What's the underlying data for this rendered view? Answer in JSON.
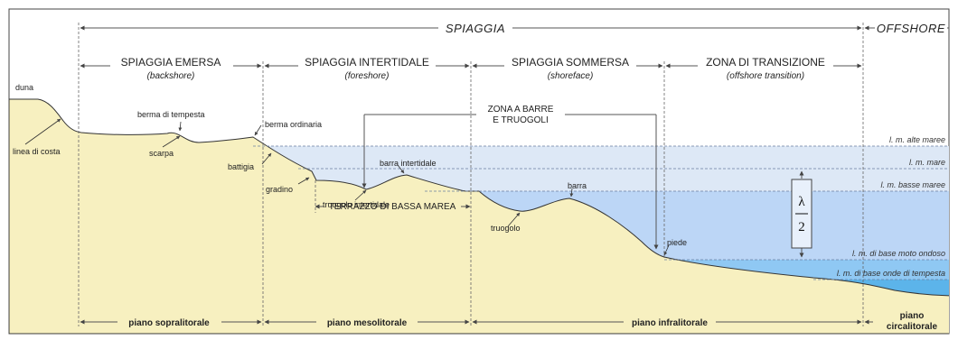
{
  "header": {
    "spiaggia": "SPIAGGIA",
    "offshore": "OFFSHORE"
  },
  "zones": [
    {
      "title": "SPIAGGIA EMERSA",
      "subtitle": "(backshore)"
    },
    {
      "title": "SPIAGGIA INTERTIDALE",
      "subtitle": "(foreshore)"
    },
    {
      "title": "SPIAGGIA SOMMERSA",
      "subtitle": "(shoreface)"
    },
    {
      "title": "ZONA DI TRANSIZIONE",
      "subtitle": "(offshore transition)"
    }
  ],
  "features": {
    "duna": "duna",
    "linea_di_costa": "linea di costa",
    "berma_di_tempesta": "berma di tempesta",
    "scarpa": "scarpa",
    "berma_ordinaria": "berma ordinaria",
    "battigia": "battigia",
    "gradino": "gradino",
    "barra_intertidale": "barra intertidale",
    "truogolo_intertidale": "truogolo intertidale",
    "barra": "barra",
    "truogolo": "truogolo",
    "piede": "piede",
    "zona_barre_1": "ZONA A BARRE",
    "zona_barre_2": "E TRUOGOLI",
    "terrazzo": "TERRAZZO DI BASSA MAREA"
  },
  "levels": [
    "l. m. alte maree",
    "l. m. mare",
    "l. m. basse maree",
    "l. m. di base moto ondoso",
    "l. m. di base onde di tempesta"
  ],
  "lambda": {
    "top": "λ",
    "bottom": "2"
  },
  "bottom_zones": {
    "sopralitorale": "piano sopralitorale",
    "mesolitorale": "piano mesolitorale",
    "infralitorale": "piano infralitorale",
    "circalitorale_1": "piano",
    "circalitorale_2": "circalitorale"
  },
  "colors": {
    "sand": "#f7f0c0",
    "water_intertidal": "#dde8f6",
    "water_shallow": "#bcd6f6",
    "water_deep": "#8fc8f3",
    "water_offshore": "#5cb4ea"
  }
}
